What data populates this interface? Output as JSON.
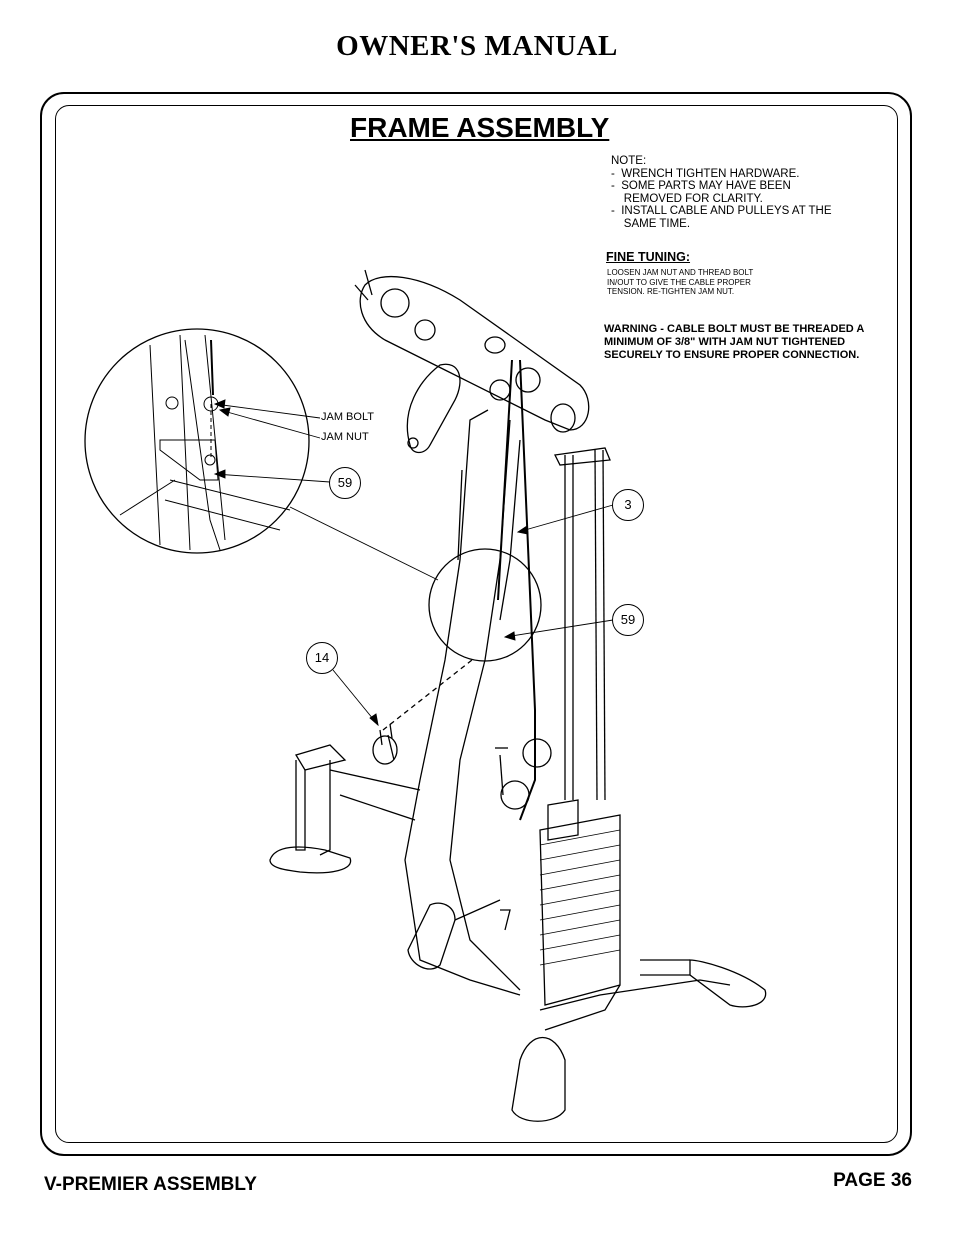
{
  "header": {
    "title": "OWNER'S MANUAL"
  },
  "section": {
    "title": "FRAME ASSEMBLY"
  },
  "note": {
    "heading": "NOTE:",
    "lines": [
      "-  WRENCH TIGHTEN HARDWARE.",
      "-  SOME PARTS MAY HAVE BEEN",
      "    REMOVED FOR CLARITY.",
      "-  INSTALL CABLE AND PULLEYS AT THE",
      "    SAME TIME."
    ]
  },
  "fine_tuning": {
    "title": "FINE TUNING:",
    "text": "LOOSEN JAM NUT AND THREAD BOLT IN/OUT TO GIVE THE CABLE PROPER TENSION.  RE-TIGHTEN JAM NUT."
  },
  "warning": {
    "text": "WARNING - CABLE BOLT MUST BE THREADED A MINIMUM OF 3/8\" WITH JAM NUT TIGHTENED SECURELY TO ENSURE PROPER CONNECTION."
  },
  "callouts": {
    "jam_bolt": "JAM BOLT",
    "jam_nut": "JAM NUT",
    "part_59_detail": "59",
    "part_3": "3",
    "part_59_main": "59",
    "part_14": "14"
  },
  "footer": {
    "left": "V-PREMIER ASSEMBLY",
    "right": "PAGE 36"
  }
}
